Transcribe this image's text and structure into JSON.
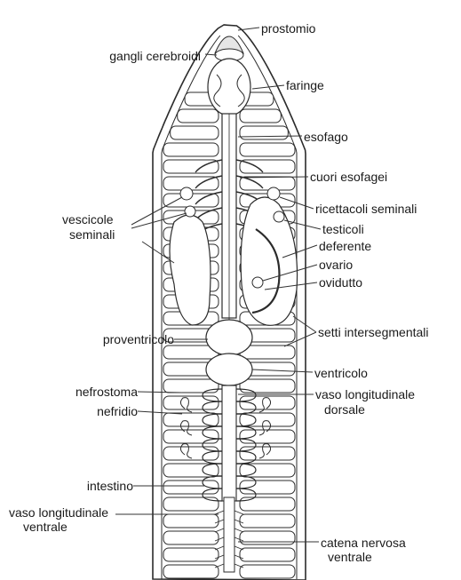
{
  "figure": {
    "labels": {
      "prostomio": "prostomio",
      "gangli": "gangli cerebroidi",
      "faringe": "faringe",
      "esofago": "esofago",
      "cuori": "cuori esofagei",
      "ricettacoli": "ricettacoli seminali",
      "testicoli": "testicoli",
      "deferente": "deferente",
      "ovario": "ovario",
      "ovidutto": "ovidutto",
      "vescicole_1": "vescicole",
      "vescicole_2": "seminali",
      "setti": "setti intersegmentali",
      "proventricolo": "proventricolo",
      "ventricolo": "ventricolo",
      "vaso_dorsale_1": "vaso longitudinale",
      "vaso_dorsale_2": "dorsale",
      "nefrostoma": "nefrostoma",
      "nefridio": "nefridio",
      "intestino": "intestino",
      "vaso_ventrale_1": "vaso longitudinale",
      "vaso_ventrale_2": "ventrale",
      "catena_1": "catena nervosa",
      "catena_2": "ventrale"
    },
    "colors": {
      "ink": "#2b2b2b",
      "fill": "#ffffff",
      "shade": "#e6e6e6",
      "leader": "#333333"
    }
  }
}
